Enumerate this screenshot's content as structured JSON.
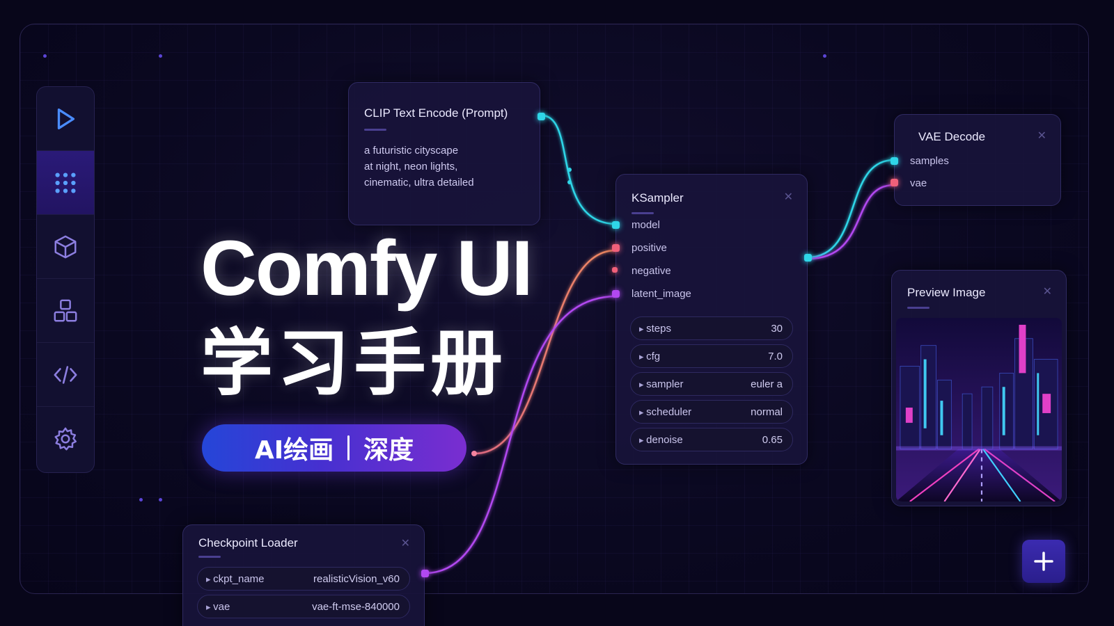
{
  "title": "Comfy UI",
  "subtitle": "学习手册",
  "pill": {
    "left": "AI绘画",
    "right": "深度"
  },
  "sidebar": {
    "items": [
      {
        "icon": "play-icon"
      },
      {
        "icon": "grid-icon",
        "active": true
      },
      {
        "icon": "cube-icon"
      },
      {
        "icon": "blocks-icon"
      },
      {
        "icon": "code-icon"
      },
      {
        "icon": "gear-icon"
      }
    ]
  },
  "nodes": {
    "clip": {
      "title": "CLIP Text Encode (Prompt)",
      "text": [
        "a futuristic cityscape",
        "at night, neon lights,",
        "cinematic, ultra detailed"
      ]
    },
    "ksampler": {
      "title": "KSampler",
      "inputs": [
        "model",
        "positive",
        "negative",
        "latent_image"
      ],
      "params": [
        {
          "label": "steps",
          "value": "30"
        },
        {
          "label": "cfg",
          "value": "7.0"
        },
        {
          "label": "sampler",
          "value": "euler a"
        },
        {
          "label": "scheduler",
          "value": "normal"
        },
        {
          "label": "denoise",
          "value": "0.65"
        }
      ]
    },
    "vae": {
      "title": "VAE Decode",
      "inputs": [
        "samples",
        "vae"
      ]
    },
    "preview": {
      "title": "Preview Image"
    },
    "checkpoint": {
      "title": "Checkpoint Loader",
      "params": [
        {
          "label": "ckpt_name",
          "value": "realisticVision_v60"
        },
        {
          "label": "vae",
          "value": "vae-ft-mse-840000"
        }
      ]
    }
  },
  "colors": {
    "cyan": "#2fd6e8",
    "pink": "#f0607a",
    "purple": "#b248f0",
    "accent": "#5b3bd6"
  }
}
